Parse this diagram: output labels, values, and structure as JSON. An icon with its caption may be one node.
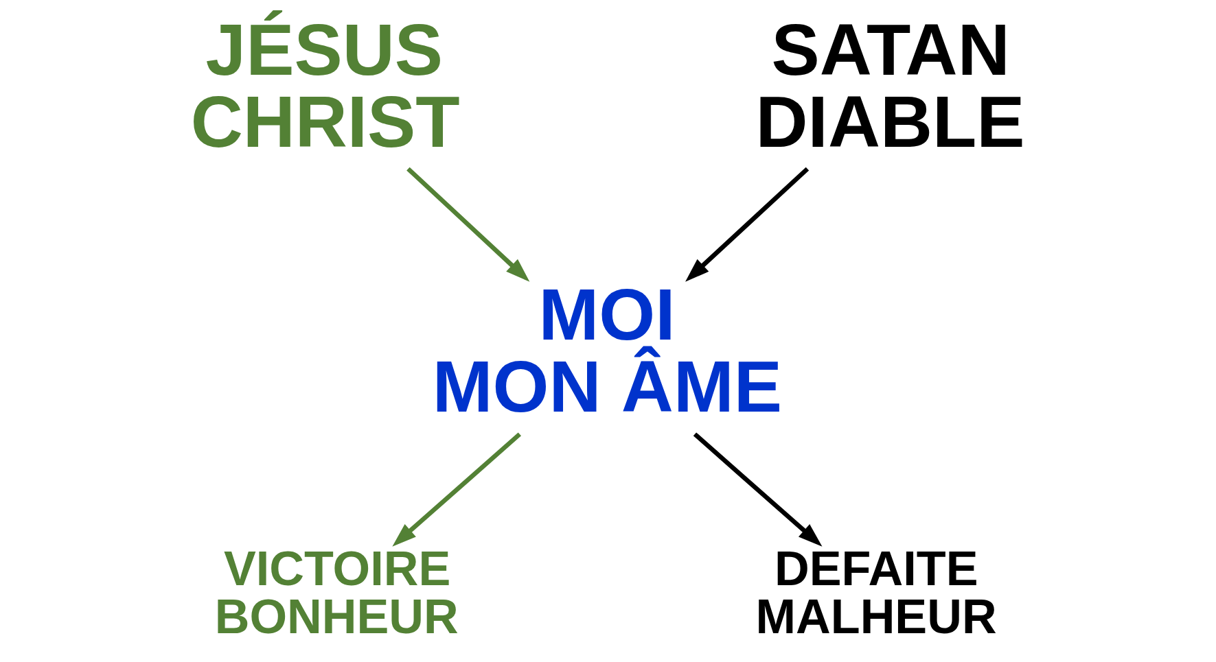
{
  "diagram": {
    "nodes": [
      {
        "text": [
          "JÉSUS CHRIST"
        ]
      },
      {
        "text": [
          "SATAN DIABLE"
        ]
      },
      {
        "text": [
          "MOI MON ÂME"
        ]
      },
      {
        "text": [
          "VICTOIRE BONHEUR"
        ]
      },
      {
        "text": [
          "DEFAITE MALHEUR"
        ]
      }
    ],
    "edges": [
      {
        "from": 0,
        "to": 2,
        "arrow": "to",
        "color": "#538135"
      },
      {
        "from": 1,
        "to": 2,
        "arrow": "to",
        "color": "#000000"
      },
      {
        "from": 2,
        "to": 3,
        "arrow": "to",
        "color": "#538135"
      },
      {
        "from": 2,
        "to": 4,
        "arrow": "to",
        "color": "#000000"
      }
    ]
  }
}
